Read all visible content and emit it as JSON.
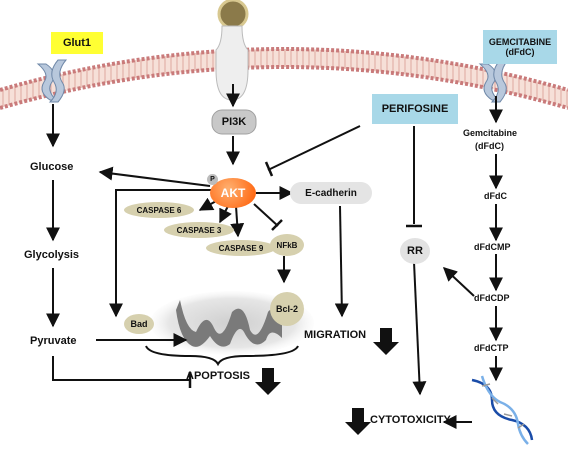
{
  "membrane": {
    "label": ""
  },
  "boxes": {
    "glut1": "Glut1",
    "perifosine": "PERIFOSINE",
    "gemcitabine_line1": "GEMCITABINE",
    "gemcitabine_line2": "(dFdC)"
  },
  "nodes": {
    "pi3k": "PI3K",
    "akt": "AKT",
    "p": "P",
    "ecadherin": "E-cadherin",
    "caspase6": "CASPASE 6",
    "caspase3": "CASPASE 3",
    "caspase9": "CASPASE 9",
    "nfkb": "NFkB",
    "bcl2": "Bcl-2",
    "bad": "Bad",
    "rr": "RR"
  },
  "labels": {
    "glucose": "Glucose",
    "glycolysis": "Glycolysis",
    "pyruvate": "Pyruvate",
    "migration": "MIGRATION",
    "apoptosis": "APOPTOSIS",
    "cytotoxicity": "CYTOTOXICITY",
    "gem_line1": "Gemcitabine",
    "gem_line2": "(dFdC)",
    "dfdc": "dFdC",
    "dfdcmp": "dFdCMP",
    "dfdcdp": "dFdCDP",
    "dfdctp": "dFdCTP"
  },
  "colors": {
    "membrane_outer": "#d98c8c",
    "membrane_inner": "#f4d2c8",
    "glut_fill": "#ffff33",
    "drug_fill": "#a8d8e8",
    "node_fill": "#d6d0ae",
    "akt_fill": "#ff6a00",
    "pi3k_fill": "#c8c8c8",
    "arrow": "#111111"
  },
  "icons": [
    "receptor-icon",
    "transporter-icon",
    "dna-helix-icon",
    "down-arrow-icon",
    "chromatin-icon"
  ]
}
